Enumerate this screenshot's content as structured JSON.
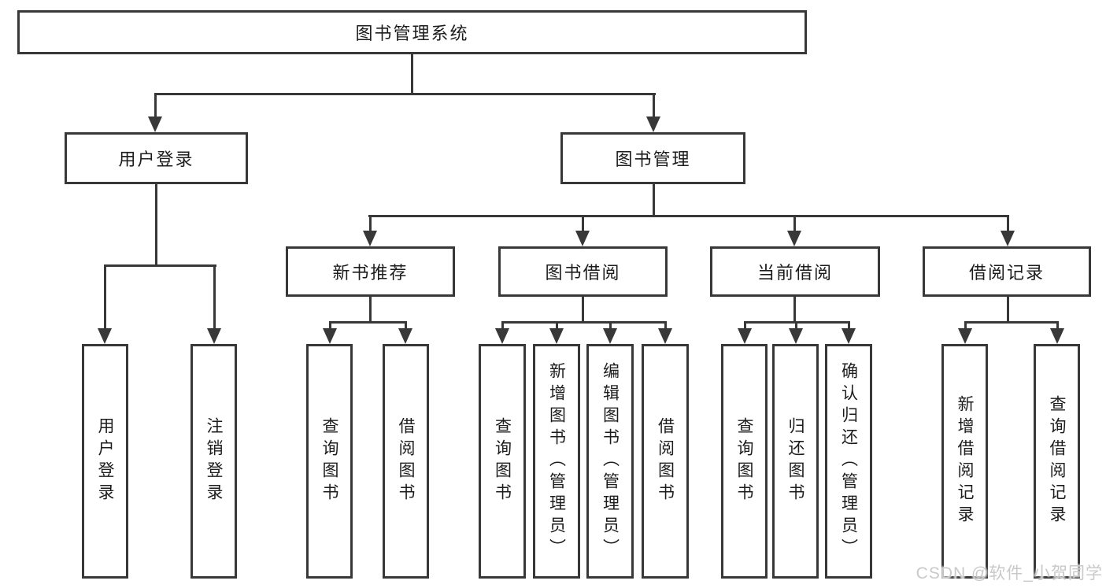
{
  "tree": {
    "root": {
      "label": "图书管理系统",
      "children": [
        {
          "label": "用户登录",
          "children": [
            {
              "label": "用户登录"
            },
            {
              "label": "注销登录"
            }
          ]
        },
        {
          "label": "图书管理",
          "children": [
            {
              "label": "新书推荐",
              "children": [
                {
                  "label": "查询图书"
                },
                {
                  "label": "借阅图书"
                }
              ]
            },
            {
              "label": "图书借阅",
              "children": [
                {
                  "label": "查询图书"
                },
                {
                  "label": "新增图书（管理员）"
                },
                {
                  "label": "编辑图书（管理员）"
                },
                {
                  "label": "借阅图书"
                }
              ]
            },
            {
              "label": "当前借阅",
              "children": [
                {
                  "label": "查询图书"
                },
                {
                  "label": "归还图书"
                },
                {
                  "label": "确认归还（管理员）"
                }
              ]
            },
            {
              "label": "借阅记录",
              "children": [
                {
                  "label": "新增借阅记录"
                },
                {
                  "label": "查询借阅记录"
                }
              ]
            }
          ]
        }
      ]
    }
  },
  "watermark": "CSDN @软件_小贺同学",
  "colors": {
    "line": "#383838",
    "box_background": "#ffffff",
    "text": "#1c1c1c",
    "watermark": "#c9c9c9"
  }
}
